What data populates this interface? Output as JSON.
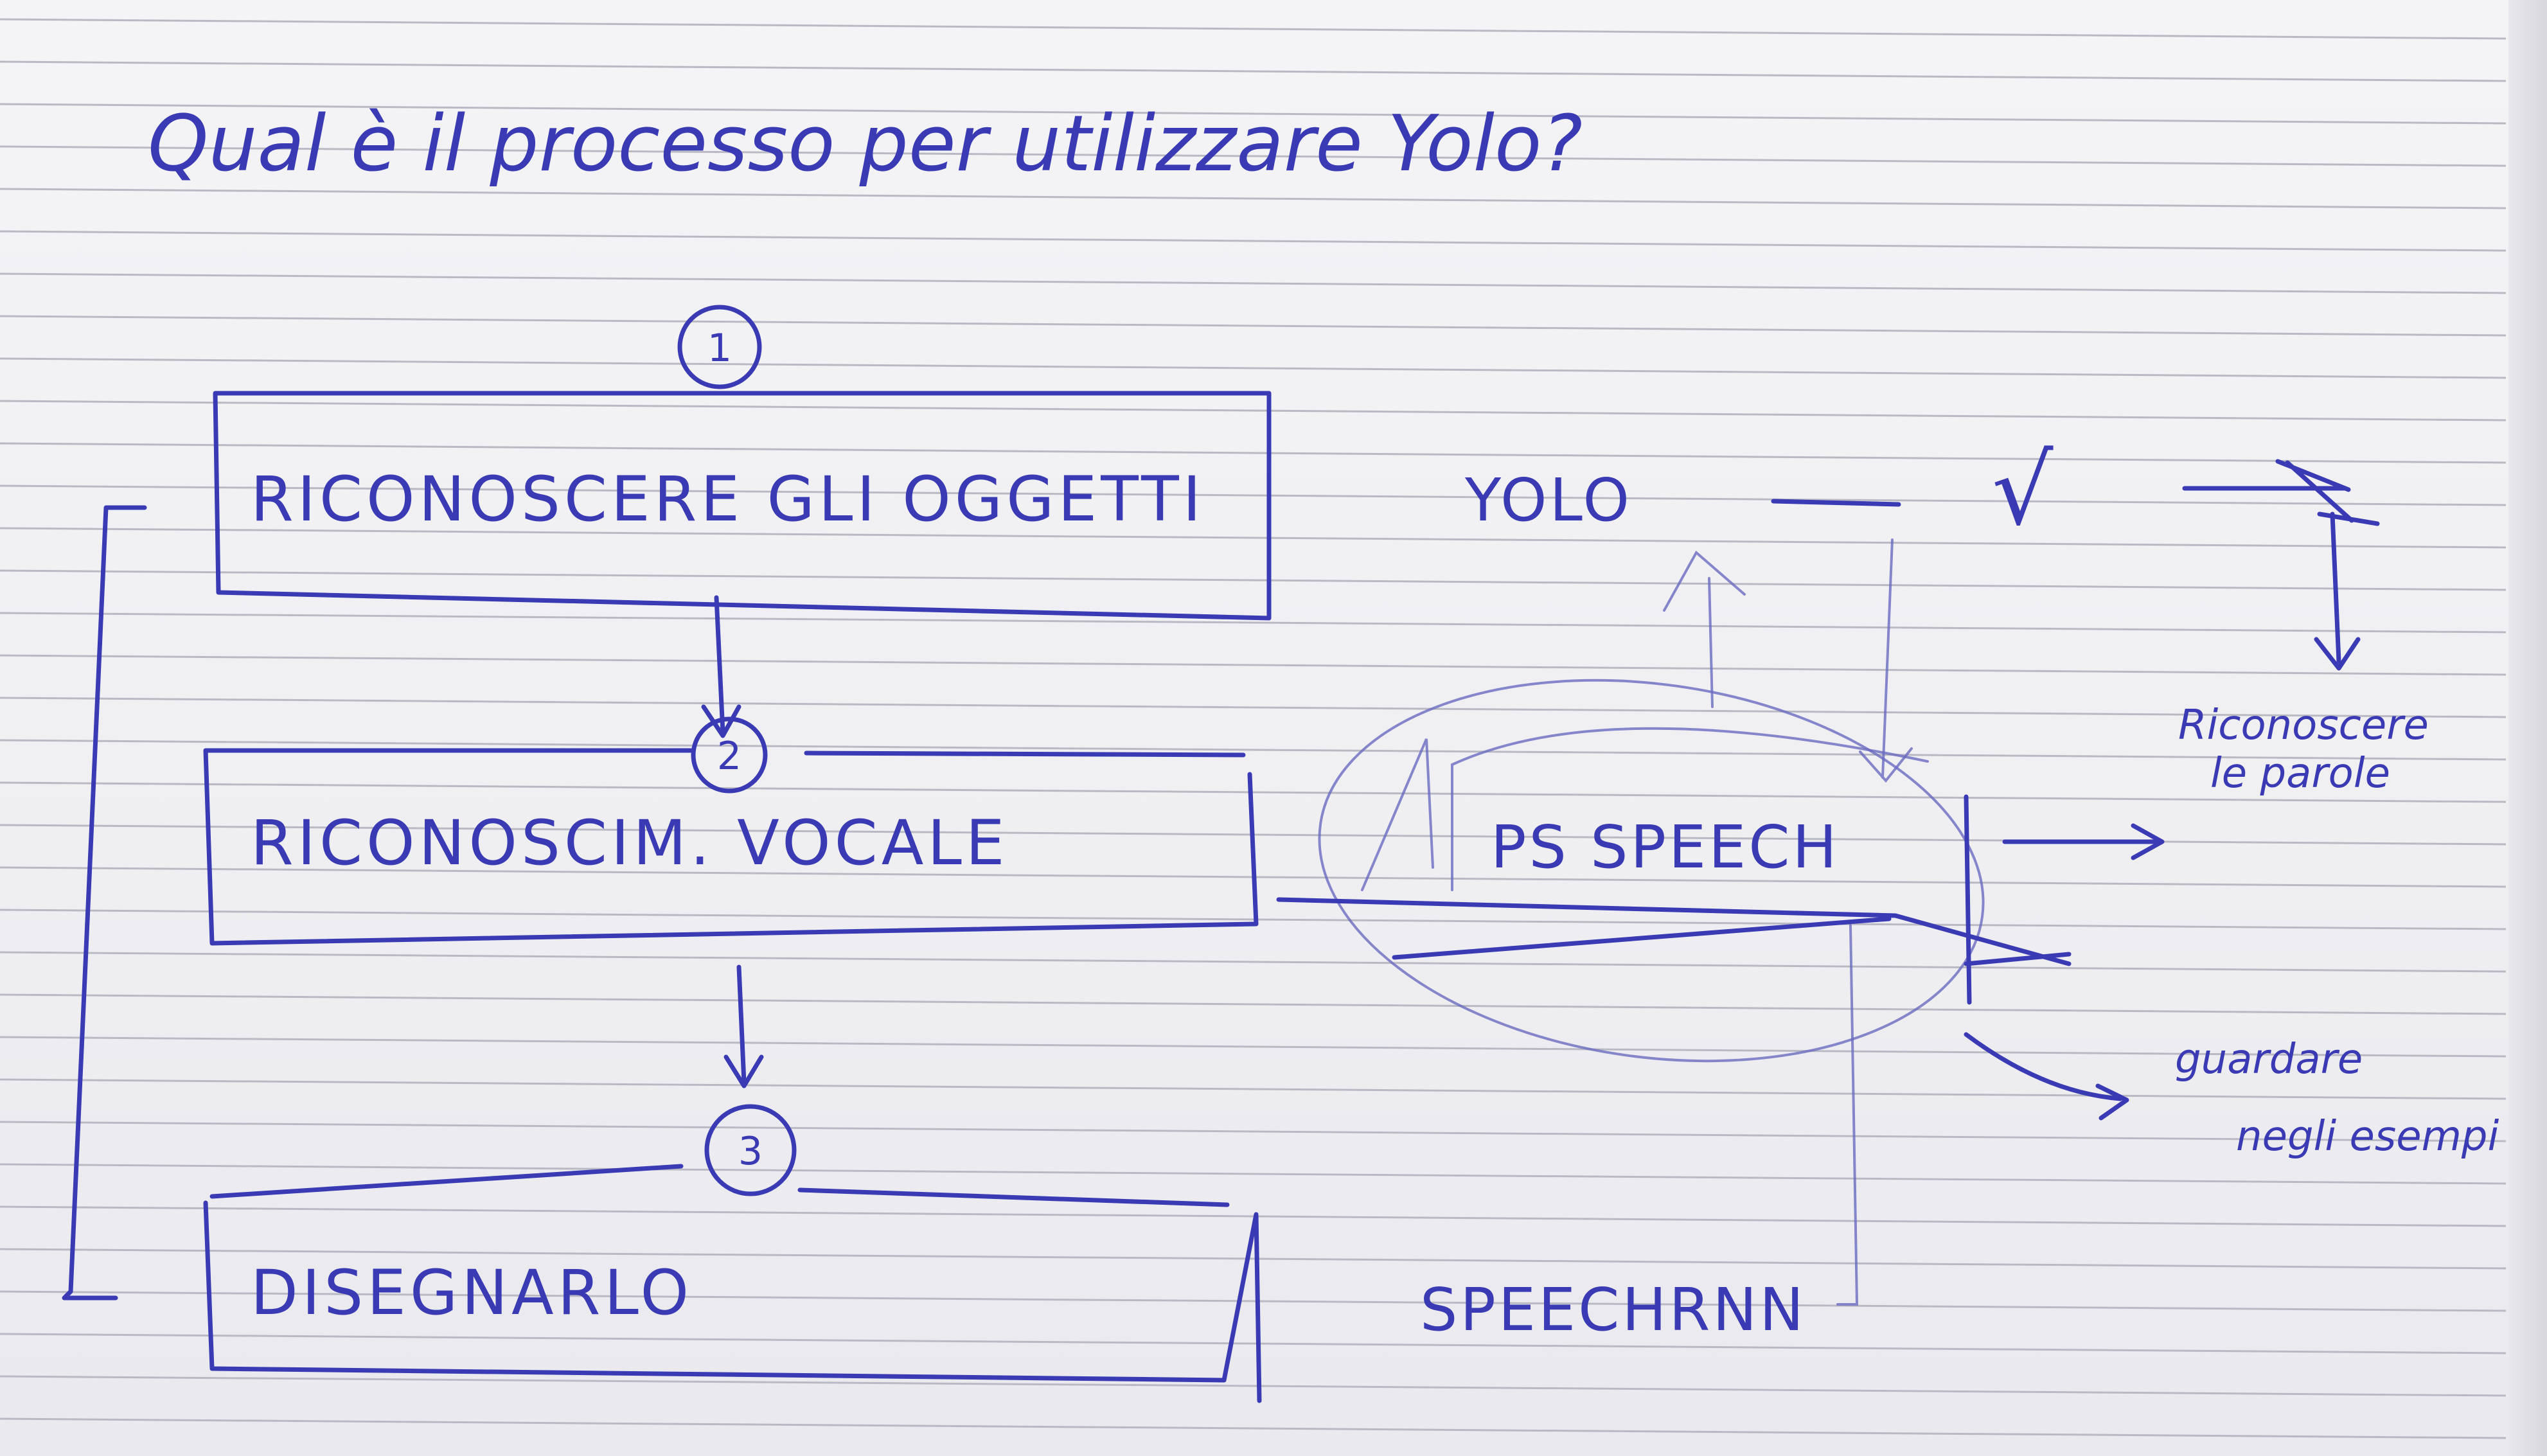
{
  "title": "Qual è il processo per utilizzare Yolo?",
  "steps": [
    {
      "number": "1",
      "label": "RICONOSCERE GLI OGGETTI"
    },
    {
      "number": "2",
      "label": "RICONOSCIM. VOCALE"
    },
    {
      "number": "3",
      "label": "DISEGNARLO"
    }
  ],
  "side": {
    "yolo": "YOLO",
    "check": "√",
    "cross": "X",
    "ps_speech": "PS SPEECH",
    "speechrnn": "SPEECHRNN",
    "note_riconoscere": [
      "Riconoscere",
      "le parole"
    ],
    "note_guardare": [
      "guardare",
      "negli esempi"
    ]
  },
  "colors": {
    "ink": "#3a3ab4",
    "paper": "#f1f1f4",
    "rule": "#b9b9c4"
  }
}
